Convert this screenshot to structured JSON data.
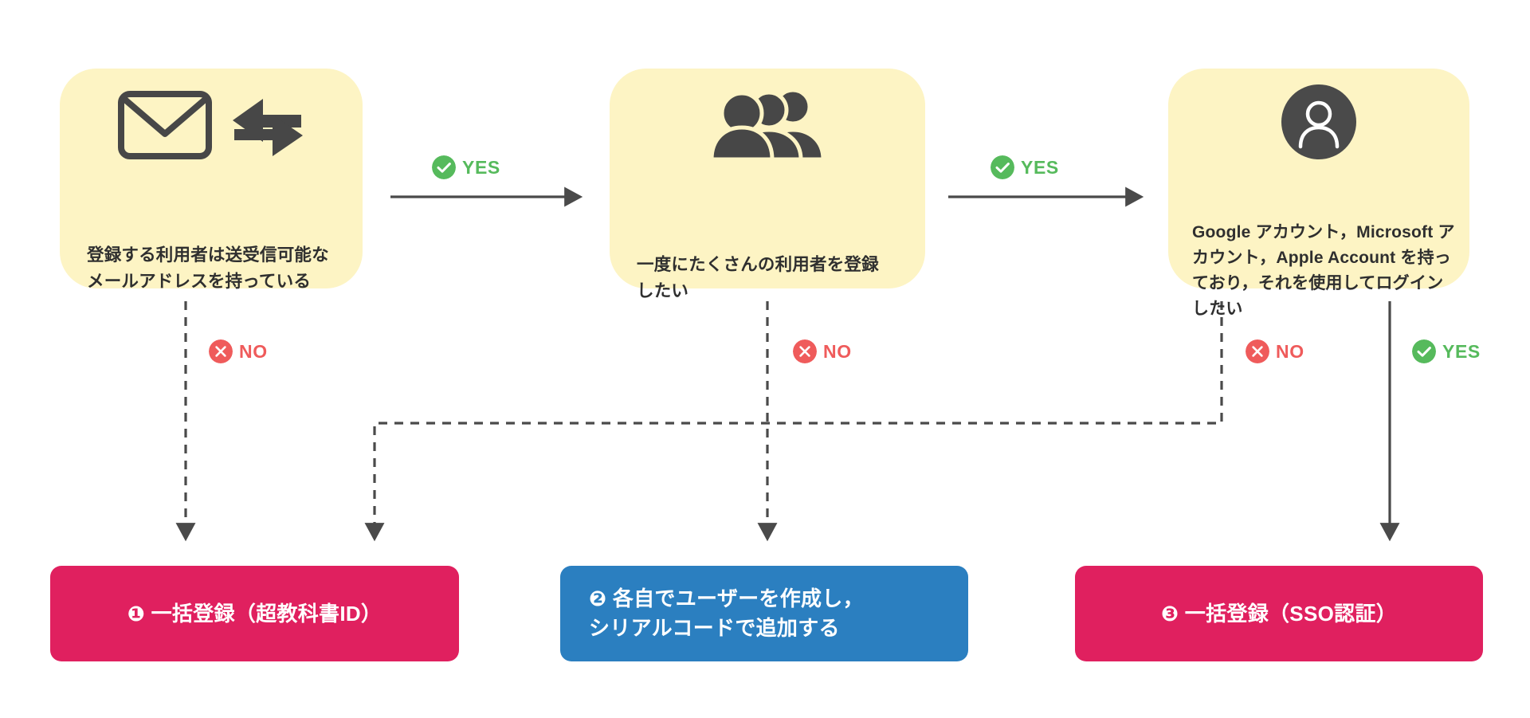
{
  "diagram": {
    "title": "利用者登録方法の選択フローチャート",
    "type": "decision-flowchart",
    "background": "#ffffff",
    "colors": {
      "question_card": "#fdf4c4",
      "result_pink": "#e0205f",
      "result_blue": "#2b7fc0",
      "icon_dark": "#474747",
      "yes_green": "#56ba5c",
      "no_red": "#ef5b5b",
      "connector_gray": "#4a4a4a",
      "text_dark": "#2f2f2f"
    }
  },
  "questions": [
    {
      "id": "q1",
      "icons": [
        "envelope-icon",
        "exchange-arrows-icon"
      ],
      "text": "登録する利用者は送受信可能なメールアドレスを持っている"
    },
    {
      "id": "q2",
      "icons": [
        "people-group-icon"
      ],
      "text": "一度にたくさんの利用者を登録したい"
    },
    {
      "id": "q3",
      "icons": [
        "user-avatar-icon"
      ],
      "text": "Google アカウント，Microsoft アカウント，Apple Account を持っており，それを使用してログインしたい"
    }
  ],
  "results": [
    {
      "id": "r1",
      "marker": "❶",
      "text": "❶ 一括登録（超教科書ID）",
      "color": "#e0205f"
    },
    {
      "id": "r2",
      "marker": "❷",
      "line1": "❷ 各自でユーザーを作成し，",
      "line2": "シリアルコードで追加する",
      "color": "#2b7fc0"
    },
    {
      "id": "r3",
      "marker": "❸",
      "text": "❸ 一括登録（SSO認証）",
      "color": "#e0205f"
    }
  ],
  "badges": [
    {
      "id": "yes-q1-q2",
      "kind": "yes",
      "label": "YES",
      "icon": "check-circle-icon"
    },
    {
      "id": "yes-q2-q3",
      "kind": "yes",
      "label": "YES",
      "icon": "check-circle-icon"
    },
    {
      "id": "no-q1",
      "kind": "no",
      "label": "NO",
      "icon": "cross-circle-icon"
    },
    {
      "id": "no-q2",
      "kind": "no",
      "label": "NO",
      "icon": "cross-circle-icon"
    },
    {
      "id": "no-q3",
      "kind": "no",
      "label": "NO",
      "icon": "cross-circle-icon"
    },
    {
      "id": "yes-q3",
      "kind": "yes",
      "label": "YES",
      "icon": "check-circle-icon"
    }
  ],
  "connectors": [
    {
      "id": "q1-to-q2",
      "style": "solid",
      "from": "q1",
      "to": "q2",
      "answer": "YES"
    },
    {
      "id": "q2-to-q3",
      "style": "solid",
      "from": "q2",
      "to": "q3",
      "answer": "YES"
    },
    {
      "id": "q1-to-r1",
      "style": "dashed",
      "from": "q1",
      "to": "r1",
      "answer": "NO"
    },
    {
      "id": "q2-to-r2",
      "style": "dashed",
      "from": "q2",
      "to": "r2",
      "answer": "NO"
    },
    {
      "id": "q3-to-r1",
      "style": "dashed",
      "from": "q3",
      "to": "r1",
      "answer": "NO"
    },
    {
      "id": "q3-to-r3",
      "style": "solid",
      "from": "q3",
      "to": "r3",
      "answer": "YES"
    }
  ]
}
